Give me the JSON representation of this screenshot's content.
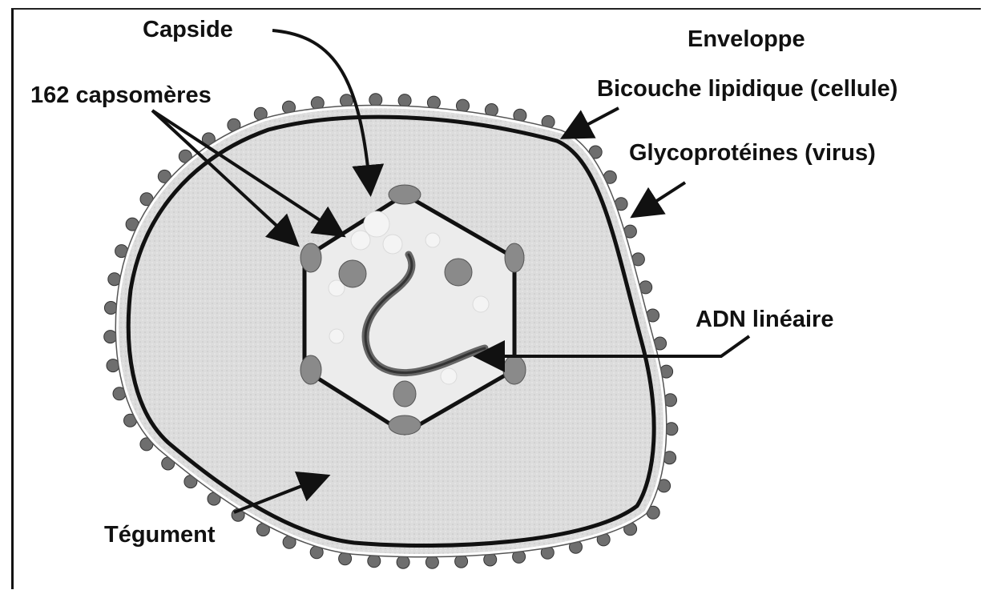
{
  "labels": {
    "capside": "Capside",
    "enveloppe": "Enveloppe",
    "capsomeres": "162 capsomères",
    "bicouche": "Bicouche lipidique (cellule)",
    "glycoproteines": "Glycoprotéines (virus)",
    "adn": "ADN linéaire",
    "tegument": "Tégument"
  },
  "colors": {
    "ink": "#111111",
    "tegument_fill": "#dcdcdc",
    "capsomere_fill": "#8a8a8a",
    "spike_fill": "#6e6e6e"
  }
}
